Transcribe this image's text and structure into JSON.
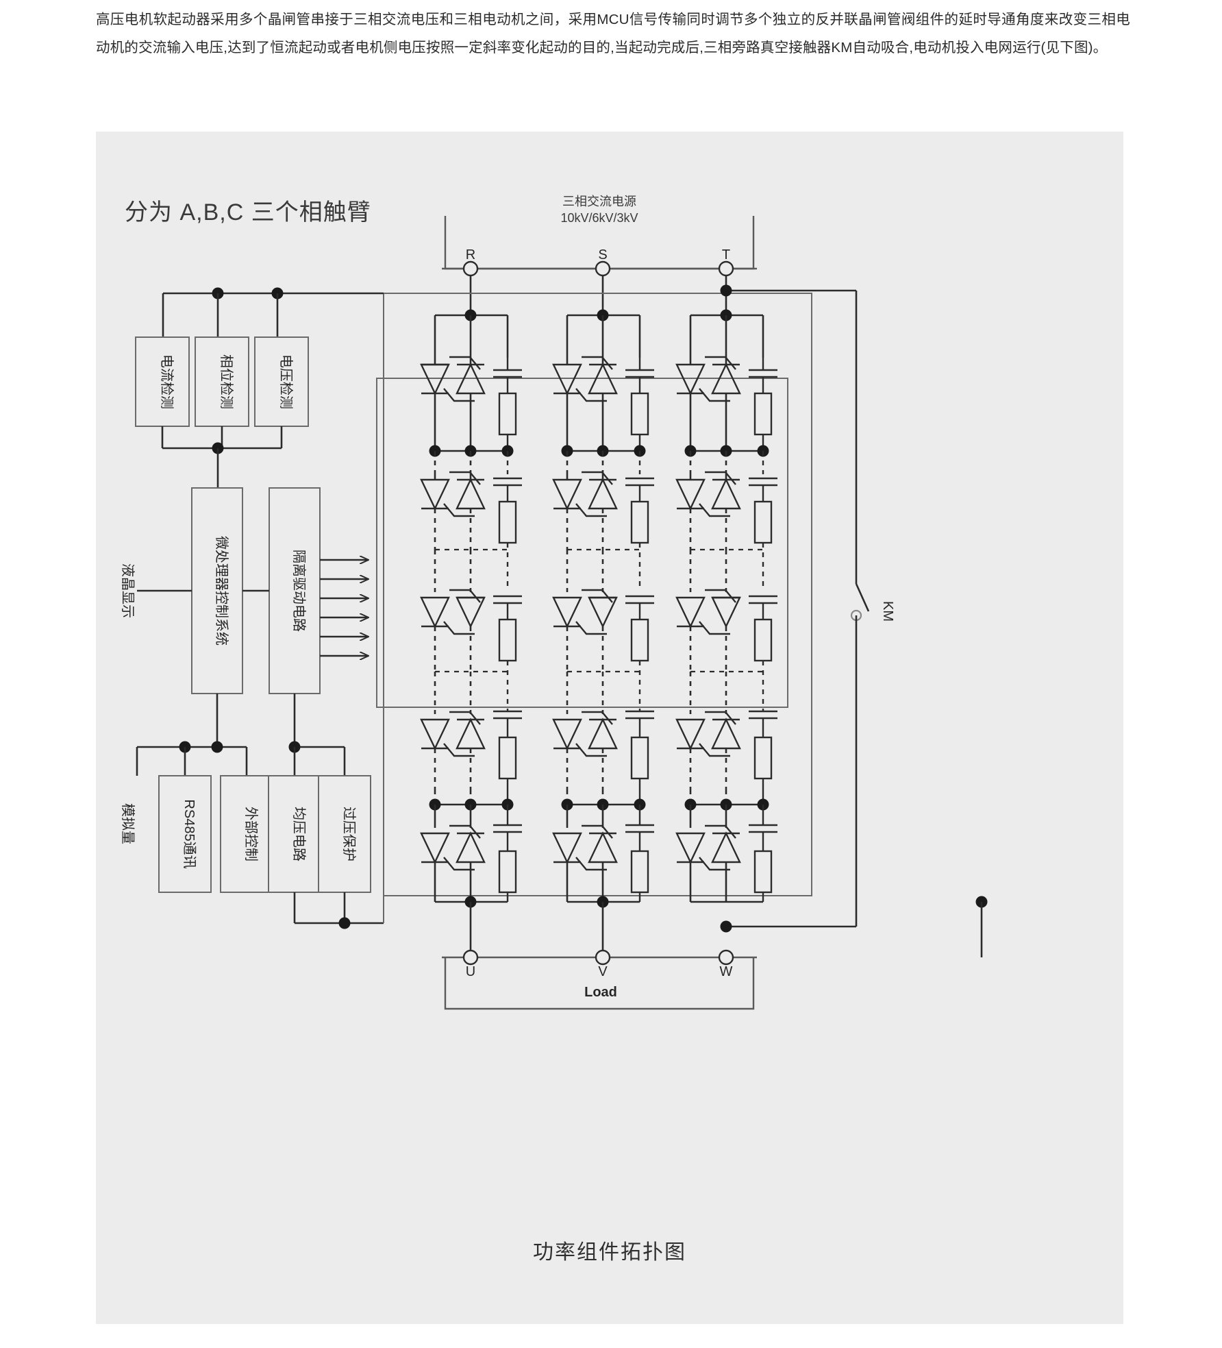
{
  "intro": {
    "paragraph": "高压电机软起动器采用多个晶闸管串接于三相交流电压和三相电动机之间，采用MCU信号传输同时调节多个独立的反并联晶闸管阀组件的延时导通角度来改变三相电动机的交流输入电压,达到了恒流起动或者电机侧电压按照一定斜率变化起动的目的,当起动完成后,三相旁路真空接触器KM自动吸合,电动机投入电网运行(见下图)。"
  },
  "diagram": {
    "heading": "分为 A,B,C 三个相触臂",
    "caption": "功率组件拓扑图",
    "source": {
      "line1": "三相交流电源",
      "line2": "10kV/6kV/3kV",
      "terminals": [
        "R",
        "S",
        "T"
      ]
    },
    "load": {
      "label": "Load",
      "terminals": [
        "U",
        "V",
        "W"
      ]
    },
    "bypass": {
      "label": "KM"
    },
    "sensor_blocks": [
      {
        "label": "电流检测"
      },
      {
        "label": "相位检测"
      },
      {
        "label": "电压检测"
      }
    ],
    "control_blocks": [
      {
        "label": "微处理器控制系统"
      },
      {
        "label": "隔离驱动电路"
      }
    ],
    "free_labels": [
      {
        "label": "液晶显示"
      },
      {
        "label": "模拟量"
      }
    ],
    "aux_blocks": [
      {
        "label": "RS485通讯"
      },
      {
        "label": "外部控制"
      },
      {
        "label": "均压电路"
      },
      {
        "label": "过压保护"
      }
    ],
    "phases": [
      {
        "name": "A",
        "source": "R",
        "load": "U"
      },
      {
        "name": "B",
        "source": "S",
        "load": "V"
      },
      {
        "name": "C",
        "source": "T",
        "load": "W"
      }
    ],
    "gate_drive_arrow_count": 6,
    "scr_levels_per_phase": 5,
    "colors": {
      "panel_bg": "#ececec",
      "page_bg": "#ffffff",
      "ink": "#231f20",
      "wire": "#2b2b2b",
      "thin_wire": "#555555",
      "box_stroke": "#5a5a5a",
      "text": "#262626"
    }
  }
}
